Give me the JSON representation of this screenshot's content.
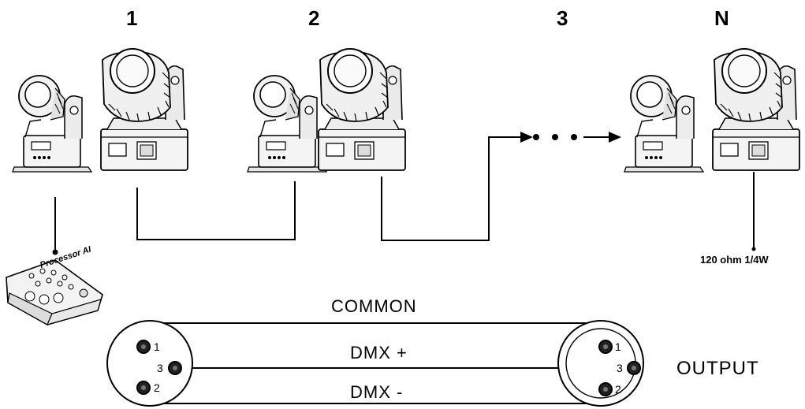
{
  "units": [
    {
      "number": "1"
    },
    {
      "number": "2"
    },
    {
      "number": "3"
    },
    {
      "number": "N"
    }
  ],
  "terminator": "120 ohm 1/4W",
  "controller": {
    "brand": "Processor",
    "suffix": "AI"
  },
  "cable": {
    "common": "COMMON",
    "dmx_plus": "DMX +",
    "dmx_minus": "DMX -",
    "output": "OUTPUT",
    "pins": [
      "1",
      "3",
      "2"
    ]
  }
}
